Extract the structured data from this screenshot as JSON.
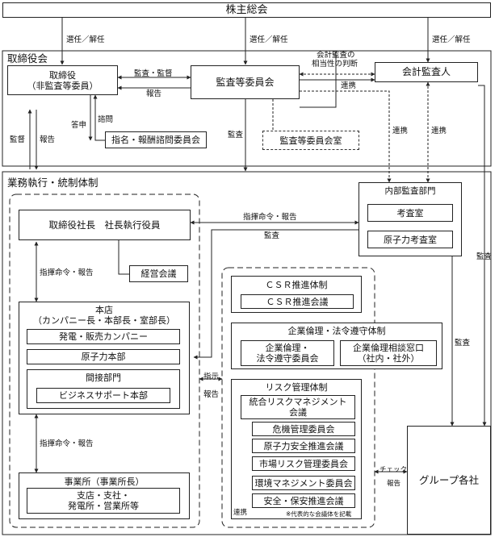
{
  "top": {
    "shareholders": "株主総会"
  },
  "edge_labels": {
    "elect1": "選任／解任",
    "elect2": "選任／解任",
    "elect3": "選任／解任",
    "audit_supervise": "監査・監督",
    "report1": "報告",
    "renkei1": "連携",
    "renkei2": "連携",
    "renkei3": "連携",
    "renkei4": "連携",
    "kansa1": "監査",
    "kansa2": "監査",
    "kansa3": "監査",
    "kansa4": "監査",
    "kantoku": "監督",
    "report2": "報告",
    "toshin": "答申",
    "shimon": "諮問",
    "command_report1": "指揮命令・報告",
    "command_report2": "指揮命令・報告",
    "command_report3": "指揮命令・報告",
    "shiji": "指示",
    "report3": "報告",
    "check": "チェック",
    "report4": "報告",
    "accounting_judgment_1": "会計監査の",
    "accounting_judgment_2": "相当性の判断"
  },
  "board": {
    "title": "取締役会",
    "directors_1": "取締役",
    "directors_2": "（非監査等委員）",
    "audit_committee": "監査等委員会",
    "accounting_auditor": "会計監査人",
    "nomination_committee": "指名・報酬諮問委員会",
    "audit_committee_office": "監査等委員会室"
  },
  "exec": {
    "title": "業務執行・統制体制",
    "president": "取締役社長　社長執行役員",
    "management_meeting": "経営会議",
    "head_office_1": "本店",
    "head_office_2": "（カンパニー長・本部長・室部長）",
    "power_company": "発電・販売カンパニー",
    "nuclear_hq": "原子力本部",
    "indirect_dept": "間接部門",
    "business_support": "ビジネスサポート本部",
    "offices_title": "事業所（事業所長）",
    "offices_1": "支店・支社・",
    "offices_2": "発電所・営業所等"
  },
  "internal_audit": {
    "title": "内部監査部門",
    "inspection": "考査室",
    "nuclear_inspection": "原子力考査室"
  },
  "csr": {
    "title": "ＣＳＲ推進体制",
    "meeting": "ＣＳＲ推進会議"
  },
  "ethics": {
    "title": "企業倫理・法令遵守体制",
    "committee_1": "企業倫理・",
    "committee_2": "法令遵守委員会",
    "desk_1": "企業倫理相談窓口",
    "desk_2": "（社内・社外）"
  },
  "risk": {
    "title": "リスク管理体制",
    "integrated_1": "統合リスクマネジメント",
    "integrated_2": "会議",
    "crisis": "危機管理委員会",
    "nuclear_safety": "原子力安全推進会議",
    "market_risk": "市場リスク管理委員会",
    "environment": "環境マネジメント委員会",
    "safety": "安全・保安推進会議",
    "note": "※代表的な会議体を記載"
  },
  "group": "グループ各社"
}
